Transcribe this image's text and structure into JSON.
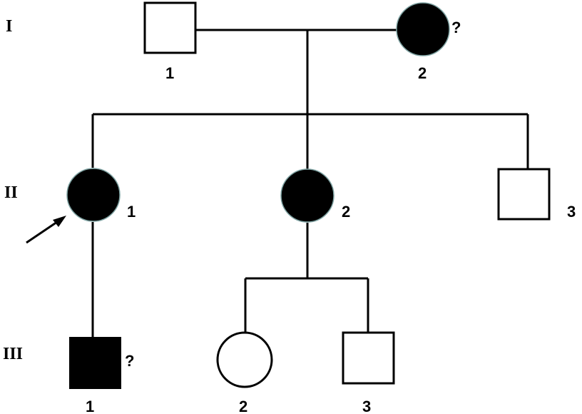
{
  "generations": [
    {
      "id": "I",
      "label": "I"
    },
    {
      "id": "II",
      "label": "II"
    },
    {
      "id": "III",
      "label": "III"
    }
  ],
  "individuals": {
    "I1": {
      "number": "1",
      "sex": "male",
      "affected": false,
      "mark": ""
    },
    "I2": {
      "number": "2",
      "sex": "female",
      "affected": true,
      "mark": "?"
    },
    "II1": {
      "number": "1",
      "sex": "female",
      "affected": true,
      "mark": "",
      "proband": true
    },
    "II2": {
      "number": "2",
      "sex": "female",
      "affected": true,
      "mark": ""
    },
    "II3": {
      "number": "3",
      "sex": "male",
      "affected": false,
      "mark": ""
    },
    "III1": {
      "number": "1",
      "sex": "male",
      "affected": true,
      "mark": "?"
    },
    "III2": {
      "number": "2",
      "sex": "female",
      "affected": false,
      "mark": ""
    },
    "III3": {
      "number": "3",
      "sex": "male",
      "affected": false,
      "mark": ""
    }
  }
}
